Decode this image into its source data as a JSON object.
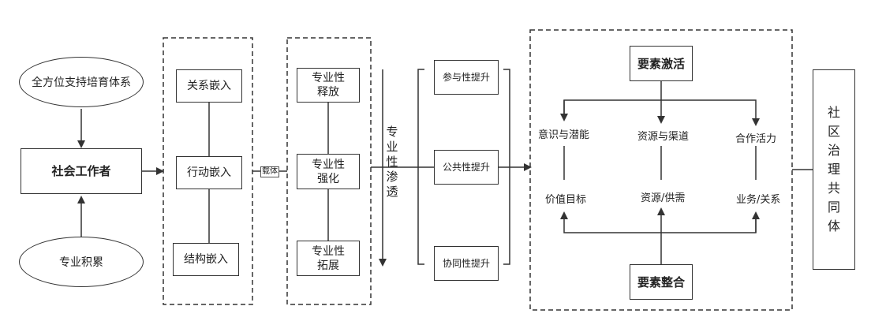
{
  "left": {
    "top_ellipse": "全方位支持培育体系",
    "center_box": "社会工作者",
    "bottom_ellipse": "专业积累"
  },
  "group1": [
    "关系嵌入",
    "行动嵌入",
    "结构嵌入"
  ],
  "carrier_label": "载体",
  "group2": [
    "专业性\n释放",
    "专业性\n强化",
    "专业性\n拓展"
  ],
  "penetration_label": "专业性渗透",
  "group3": [
    "参与性提升",
    "公共性提升",
    "协同性提升"
  ],
  "element_activation": "要素激活",
  "element_integration": "要素整合",
  "upper_row": [
    "意识与潜能",
    "资源与渠道",
    "合作活力"
  ],
  "lower_row": [
    "价值目标",
    "资源/供需",
    "业务/关系"
  ],
  "result": "社区治理共同体"
}
